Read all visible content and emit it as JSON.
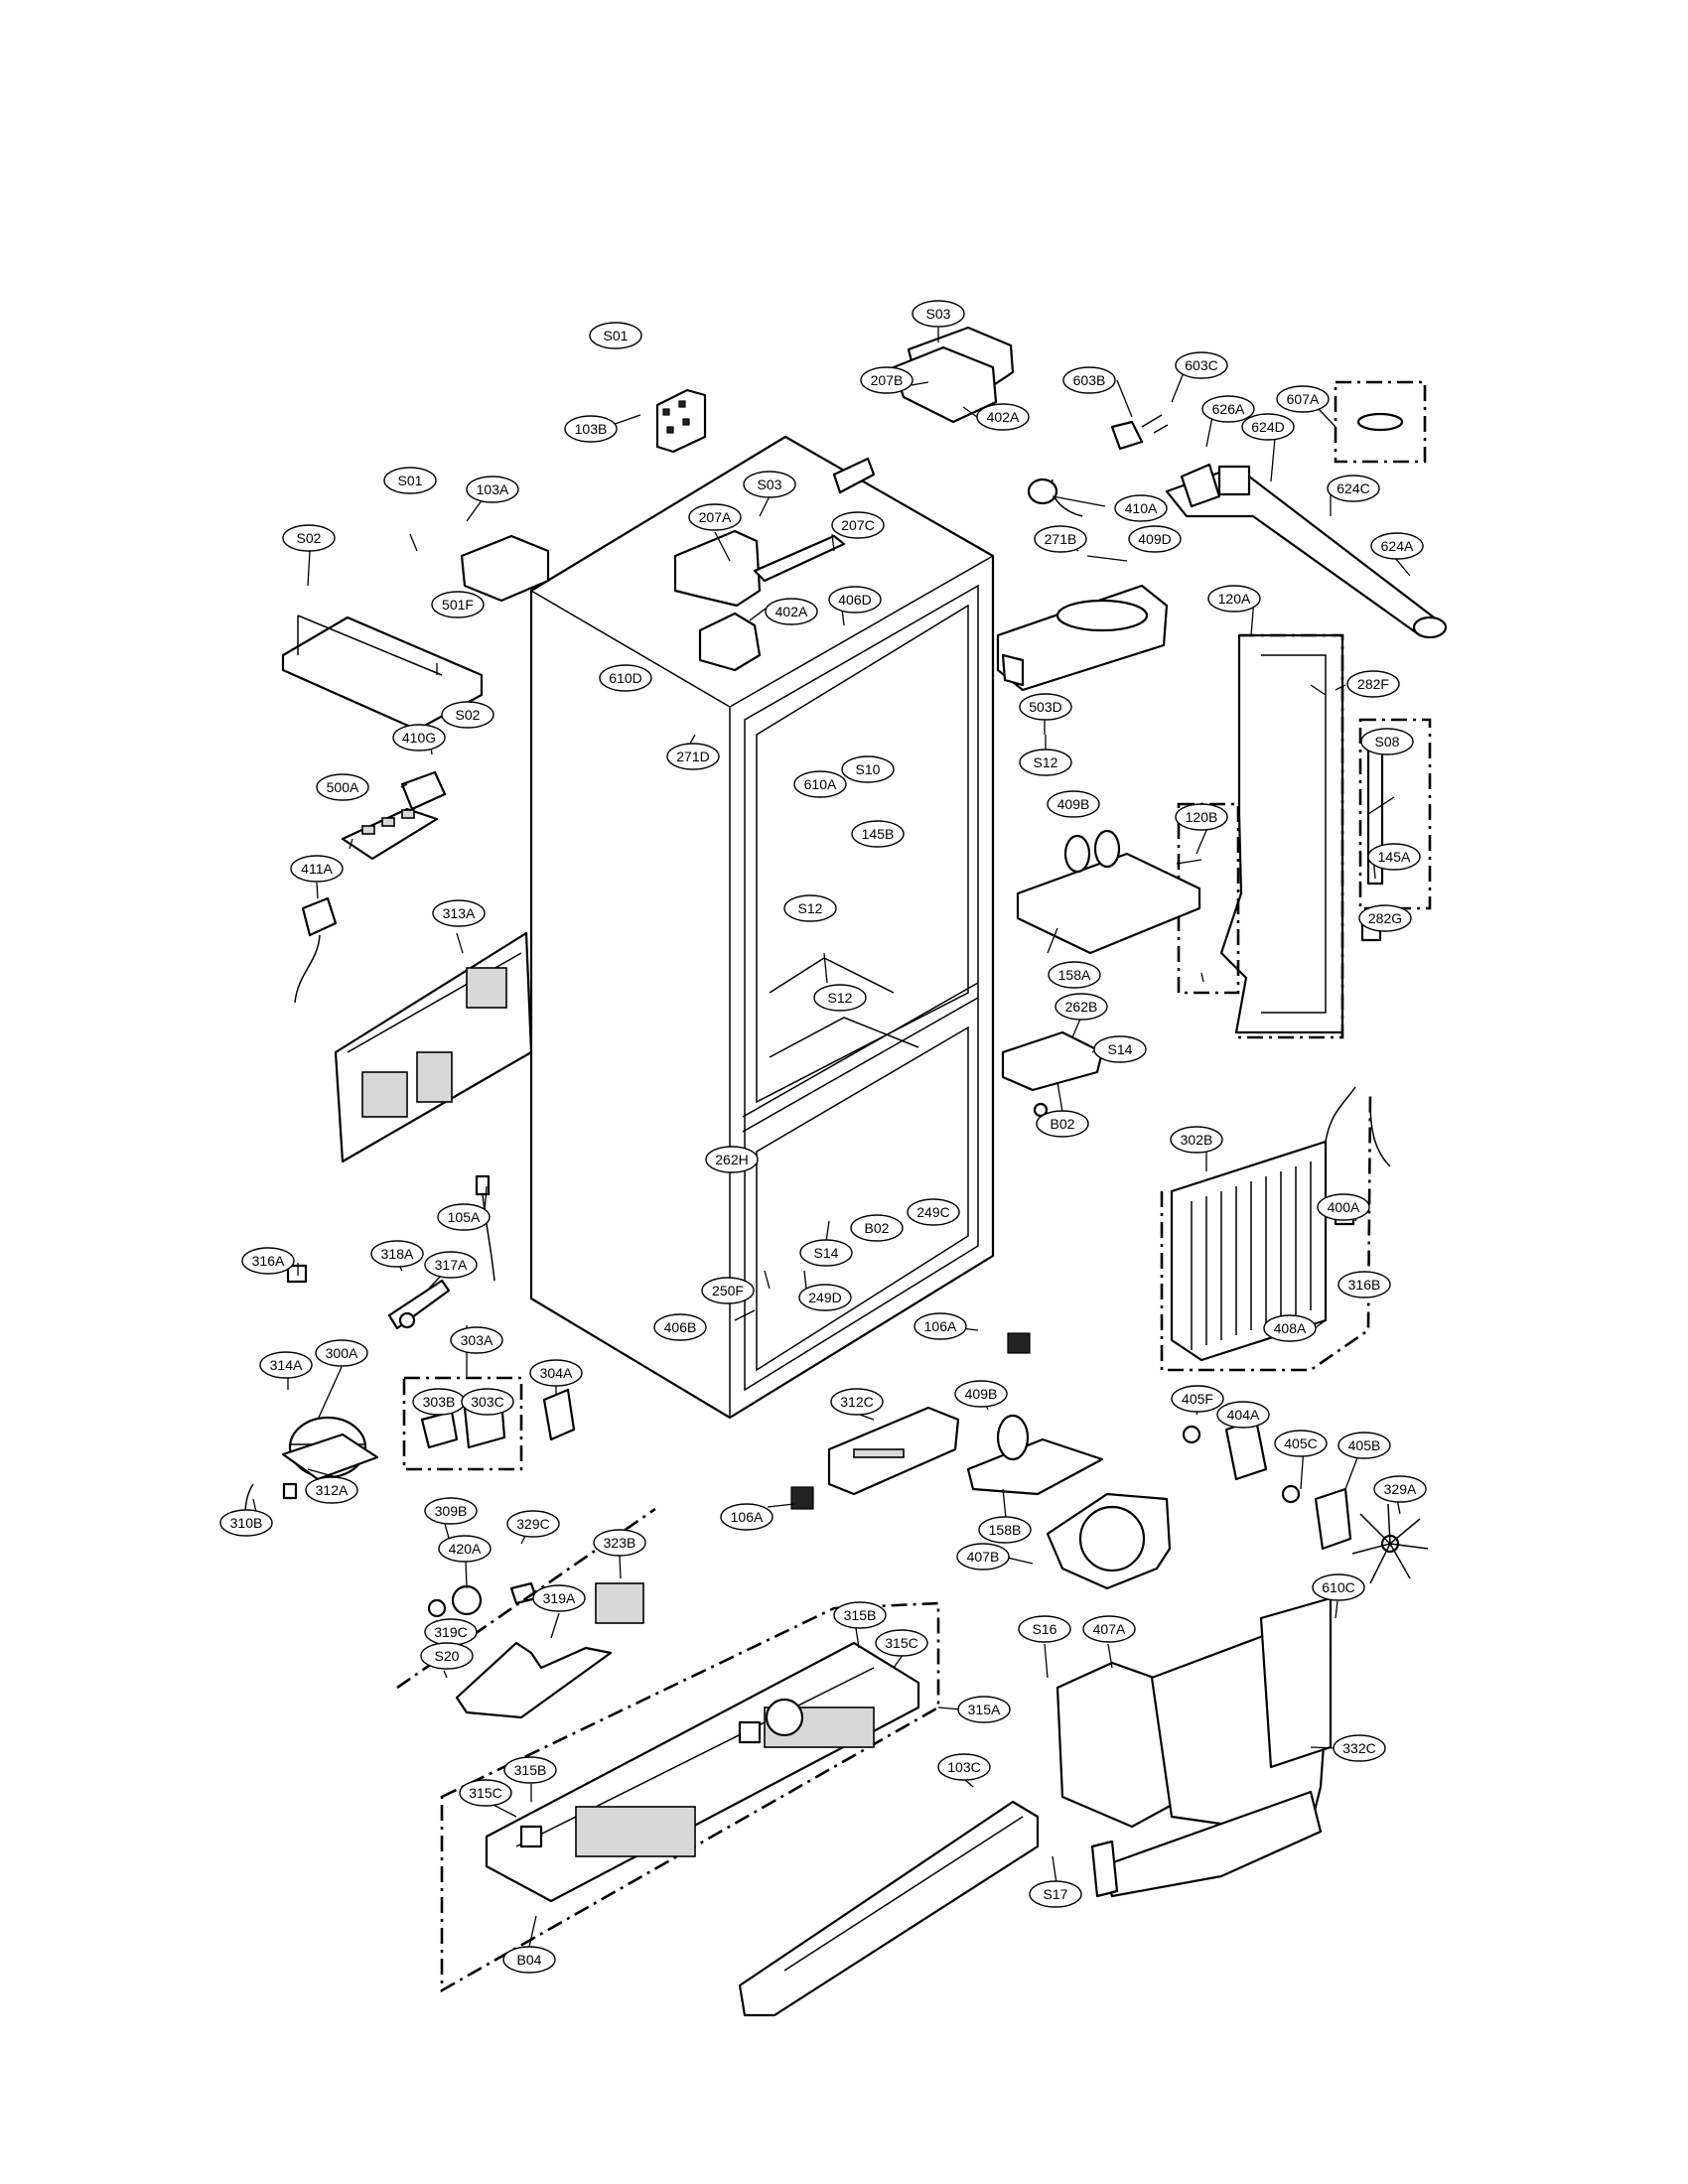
{
  "labels": [
    {
      "id": "S01-a",
      "text": "S01"
    },
    {
      "id": "103B",
      "text": "103B"
    },
    {
      "id": "S03-a",
      "text": "S03"
    },
    {
      "id": "207B",
      "text": "207B"
    },
    {
      "id": "402A-a",
      "text": "402A"
    },
    {
      "id": "603B",
      "text": "603B"
    },
    {
      "id": "603C",
      "text": "603C"
    },
    {
      "id": "607A",
      "text": "607A"
    },
    {
      "id": "626A",
      "text": "626A"
    },
    {
      "id": "624D",
      "text": "624D"
    },
    {
      "id": "624C",
      "text": "624C"
    },
    {
      "id": "624A",
      "text": "624A"
    },
    {
      "id": "S01-b",
      "text": "S01"
    },
    {
      "id": "103A",
      "text": "103A"
    },
    {
      "id": "S02-a",
      "text": "S02"
    },
    {
      "id": "501F",
      "text": "501F"
    },
    {
      "id": "207A",
      "text": "207A"
    },
    {
      "id": "S03-b",
      "text": "S03"
    },
    {
      "id": "207C",
      "text": "207C"
    },
    {
      "id": "410A",
      "text": "410A"
    },
    {
      "id": "271B",
      "text": "271B"
    },
    {
      "id": "409D",
      "text": "409D"
    },
    {
      "id": "406D",
      "text": "406D"
    },
    {
      "id": "402A-b",
      "text": "402A"
    },
    {
      "id": "610D",
      "text": "610D"
    },
    {
      "id": "271D",
      "text": "271D"
    },
    {
      "id": "503D",
      "text": "503D"
    },
    {
      "id": "S12-a",
      "text": "S12"
    },
    {
      "id": "120A",
      "text": "120A"
    },
    {
      "id": "282F",
      "text": "282F"
    },
    {
      "id": "S08",
      "text": "S08"
    },
    {
      "id": "S02-b",
      "text": "S02"
    },
    {
      "id": "410G",
      "text": "410G"
    },
    {
      "id": "500A",
      "text": "500A"
    },
    {
      "id": "610A",
      "text": "610A"
    },
    {
      "id": "S10",
      "text": "S10"
    },
    {
      "id": "409B-a",
      "text": "409B"
    },
    {
      "id": "120B",
      "text": "120B"
    },
    {
      "id": "145A",
      "text": "145A"
    },
    {
      "id": "411A",
      "text": "411A"
    },
    {
      "id": "145B",
      "text": "145B"
    },
    {
      "id": "S12-b",
      "text": "S12"
    },
    {
      "id": "282G",
      "text": "282G"
    },
    {
      "id": "313A",
      "text": "313A"
    },
    {
      "id": "158A",
      "text": "158A"
    },
    {
      "id": "S12-c",
      "text": "S12"
    },
    {
      "id": "262B",
      "text": "262B"
    },
    {
      "id": "S14-a",
      "text": "S14"
    },
    {
      "id": "B02-a",
      "text": "B02"
    },
    {
      "id": "302B",
      "text": "302B"
    },
    {
      "id": "262H",
      "text": "262H"
    },
    {
      "id": "105A",
      "text": "105A"
    },
    {
      "id": "B02-b",
      "text": "B02"
    },
    {
      "id": "249C",
      "text": "249C"
    },
    {
      "id": "S14-b",
      "text": "S14"
    },
    {
      "id": "400A",
      "text": "400A"
    },
    {
      "id": "316A",
      "text": "316A"
    },
    {
      "id": "318A",
      "text": "318A"
    },
    {
      "id": "317A",
      "text": "317A"
    },
    {
      "id": "250F",
      "text": "250F"
    },
    {
      "id": "249D",
      "text": "249D"
    },
    {
      "id": "316B",
      "text": "316B"
    },
    {
      "id": "406B",
      "text": "406B"
    },
    {
      "id": "408A",
      "text": "408A"
    },
    {
      "id": "303A",
      "text": "303A"
    },
    {
      "id": "106A-a",
      "text": "106A"
    },
    {
      "id": "314A",
      "text": "314A"
    },
    {
      "id": "300A",
      "text": "300A"
    },
    {
      "id": "303B",
      "text": "303B"
    },
    {
      "id": "303C",
      "text": "303C"
    },
    {
      "id": "304A",
      "text": "304A"
    },
    {
      "id": "312C",
      "text": "312C"
    },
    {
      "id": "409B-b",
      "text": "409B"
    },
    {
      "id": "405F",
      "text": "405F"
    },
    {
      "id": "404A",
      "text": "404A"
    },
    {
      "id": "405C",
      "text": "405C"
    },
    {
      "id": "405B",
      "text": "405B"
    },
    {
      "id": "312A",
      "text": "312A"
    },
    {
      "id": "310B",
      "text": "310B"
    },
    {
      "id": "106A-b",
      "text": "106A"
    },
    {
      "id": "158B",
      "text": "158B"
    },
    {
      "id": "329A",
      "text": "329A"
    },
    {
      "id": "309B",
      "text": "309B"
    },
    {
      "id": "329C",
      "text": "329C"
    },
    {
      "id": "420A",
      "text": "420A"
    },
    {
      "id": "323B",
      "text": "323B"
    },
    {
      "id": "407B",
      "text": "407B"
    },
    {
      "id": "319A",
      "text": "319A"
    },
    {
      "id": "319C",
      "text": "319C"
    },
    {
      "id": "315B-a",
      "text": "315B"
    },
    {
      "id": "315C-a",
      "text": "315C"
    },
    {
      "id": "S16",
      "text": "S16"
    },
    {
      "id": "407A",
      "text": "407A"
    },
    {
      "id": "610C",
      "text": "610C"
    },
    {
      "id": "S20",
      "text": "S20"
    },
    {
      "id": "315A",
      "text": "315A"
    },
    {
      "id": "332C",
      "text": "332C"
    },
    {
      "id": "103C",
      "text": "103C"
    },
    {
      "id": "315B-b",
      "text": "315B"
    },
    {
      "id": "315C-b",
      "text": "315C"
    },
    {
      "id": "S17",
      "text": "S17"
    },
    {
      "id": "B04",
      "text": "B04"
    }
  ]
}
